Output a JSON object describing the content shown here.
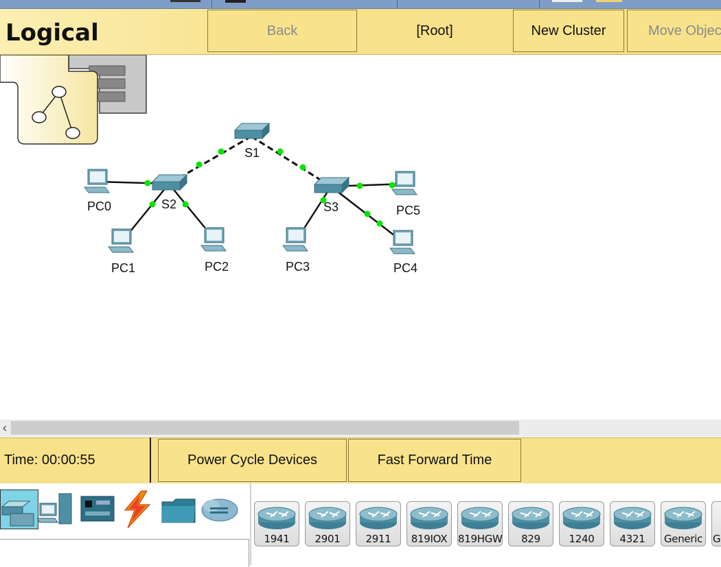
{
  "workspace": {
    "title": "Logical",
    "buttons": {
      "back": "Back",
      "root": "[Root]",
      "new_cluster": "New Cluster",
      "move_object": "Move Object"
    }
  },
  "topology": {
    "nodes": [
      "S1",
      "S2",
      "S3",
      "PC0",
      "PC1",
      "PC2",
      "PC3",
      "PC4",
      "PC5"
    ]
  },
  "realtime": {
    "time_label": "Time: 00:00:55",
    "power_cycle": "Power Cycle Devices",
    "fast_forward": "Fast Forward Time"
  },
  "device_categories": [
    "network-devices-icon",
    "end-devices-icon",
    "components-icon",
    "connections-icon",
    "miscellaneous-icon",
    "multiuser-icon"
  ],
  "device_models": [
    "1941",
    "2901",
    "2911",
    "819IOX",
    "819HGW",
    "829",
    "1240",
    "4321",
    "Generic",
    "G"
  ],
  "colors": {
    "toolbar_blue": "#7f9ec7",
    "panel_yellow": "#f7e18a",
    "link_light": "#00e600",
    "device_teal": "#4f8fa3"
  }
}
